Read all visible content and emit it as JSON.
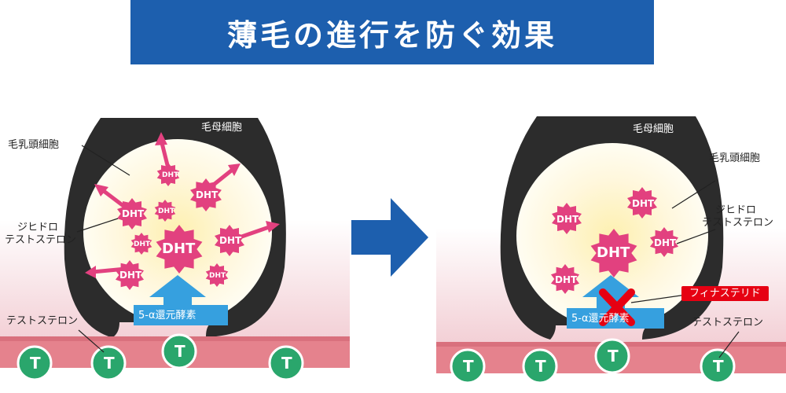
{
  "title": "薄毛の進行を防ぐ効果",
  "colors": {
    "title_bg": "#1d5fae",
    "follicle": "#2c2c2c",
    "scalp": "#e5828d",
    "dht": "#e2417f",
    "arrow_blue": "#36a0df",
    "testosterone": "#2aa66c",
    "block_x": "#e60012",
    "finasteride_bg": "#e60012"
  },
  "left": {
    "hair_matrix_cell": "毛母細胞",
    "dermal_papilla_cell": "毛乳頭細胞",
    "dht_line1": "ジヒドロ",
    "dht_line2": "テストステロン",
    "testosterone": "テストステロン",
    "enzyme": "5-α還元酵素",
    "dht": "DHT",
    "t": "T"
  },
  "right": {
    "hair_matrix_cell": "毛母細胞",
    "dermal_papilla_cell": "毛乳頭細胞",
    "dht_line1": "ジヒドロ",
    "dht_line2": "テストステロン",
    "testosterone": "テストステロン",
    "enzyme": "5-α還元酵素",
    "finasteride": "フィナステリド",
    "dht": "DHT",
    "t": "T"
  },
  "icons": {
    "transition": "arrow-right-icon",
    "block": "x-mark-icon",
    "dht": "starburst-icon",
    "testosterone": "circle-t-icon"
  }
}
